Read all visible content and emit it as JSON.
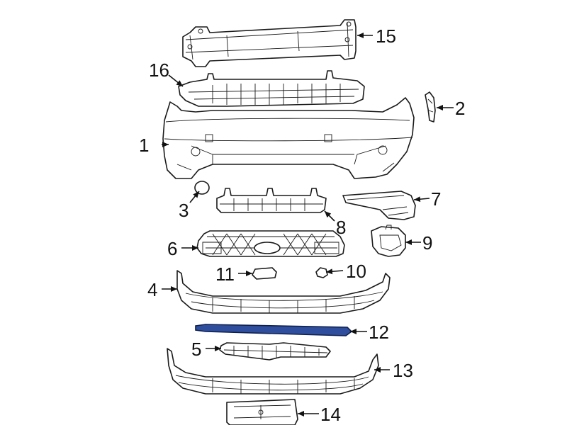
{
  "diagram": {
    "callouts": [
      {
        "id": "1",
        "label": "1"
      },
      {
        "id": "2",
        "label": "2"
      },
      {
        "id": "3",
        "label": "3"
      },
      {
        "id": "4",
        "label": "4"
      },
      {
        "id": "5",
        "label": "5"
      },
      {
        "id": "6",
        "label": "6"
      },
      {
        "id": "7",
        "label": "7"
      },
      {
        "id": "8",
        "label": "8"
      },
      {
        "id": "9",
        "label": "9"
      },
      {
        "id": "10",
        "label": "10"
      },
      {
        "id": "11",
        "label": "11"
      },
      {
        "id": "12",
        "label": "12"
      },
      {
        "id": "13",
        "label": "13"
      },
      {
        "id": "14",
        "label": "14"
      },
      {
        "id": "15",
        "label": "15"
      },
      {
        "id": "16",
        "label": "16"
      }
    ],
    "highlight_color": "#2f4f9e",
    "line_color": "#1a1a1a"
  }
}
